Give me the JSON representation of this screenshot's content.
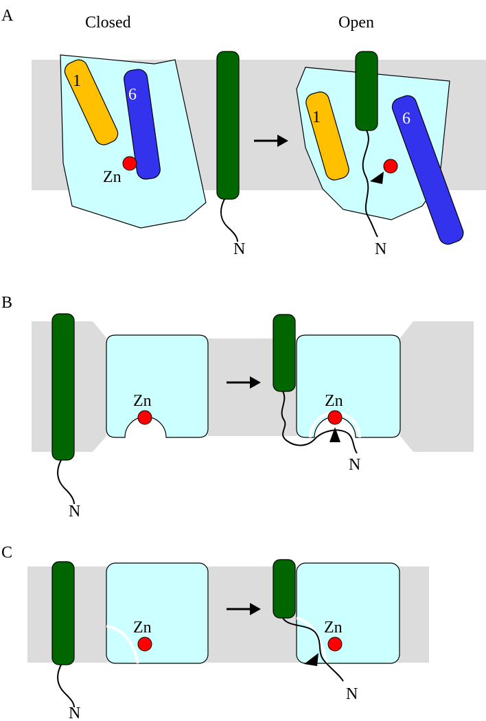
{
  "panels": {
    "a": {
      "label": "A",
      "state_closed": "Closed",
      "state_open": "Open",
      "closed": {
        "helix1": "1",
        "helix6": "6",
        "zn": "Zn"
      },
      "tm_n": "N",
      "open": {
        "helix1": "1",
        "helix6": "6",
        "n": "N"
      }
    },
    "b": {
      "label": "B",
      "tm_n": "N",
      "closed": {
        "zn": "Zn"
      },
      "open": {
        "zn": "Zn",
        "n": "N"
      }
    },
    "c": {
      "label": "C",
      "tm_n": "N",
      "closed": {
        "zn": "Zn"
      },
      "open": {
        "zn": "Zn",
        "n": "N"
      }
    }
  },
  "colors": {
    "membrane": "#dcdcdc",
    "protease_domain": "#ccffff",
    "substrate_tm": "#006600",
    "helix1": "#ffc000",
    "helix6": "#3333ee",
    "zinc": "#ff0000",
    "outline": "#000000"
  }
}
